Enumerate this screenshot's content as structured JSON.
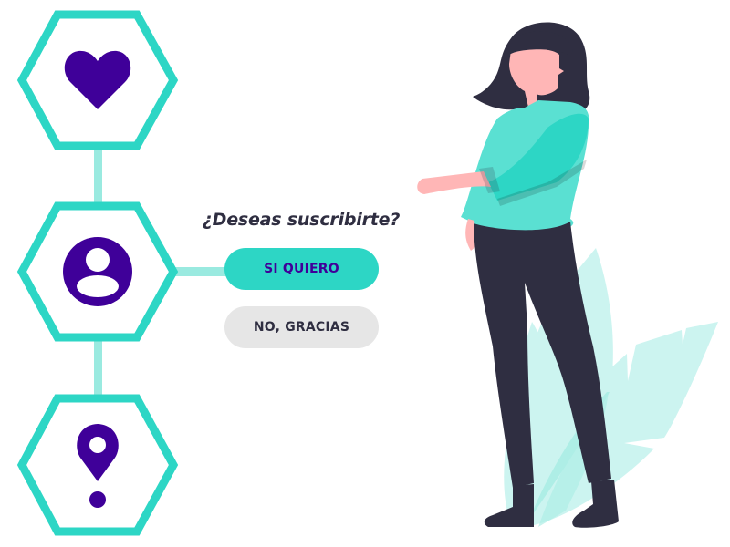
{
  "prompt": {
    "question": "¿Deseas suscribirte?",
    "accept_label": "SI QUIERO",
    "decline_label": "NO, GRACIAS"
  },
  "steps": [
    {
      "icon": "heart-icon"
    },
    {
      "icon": "user-icon"
    },
    {
      "icon": "location-pin-icon"
    }
  ],
  "colors": {
    "accent_teal": "#2dd6c5",
    "connector_teal": "#9aeae0",
    "icon_purple": "#3f0099",
    "dark_text": "#2f2e41",
    "decline_bg": "#e6e6e6",
    "skin": "#ffb6b6",
    "shirt": "#5ae0d2",
    "leaves": "#ccf4f0"
  }
}
